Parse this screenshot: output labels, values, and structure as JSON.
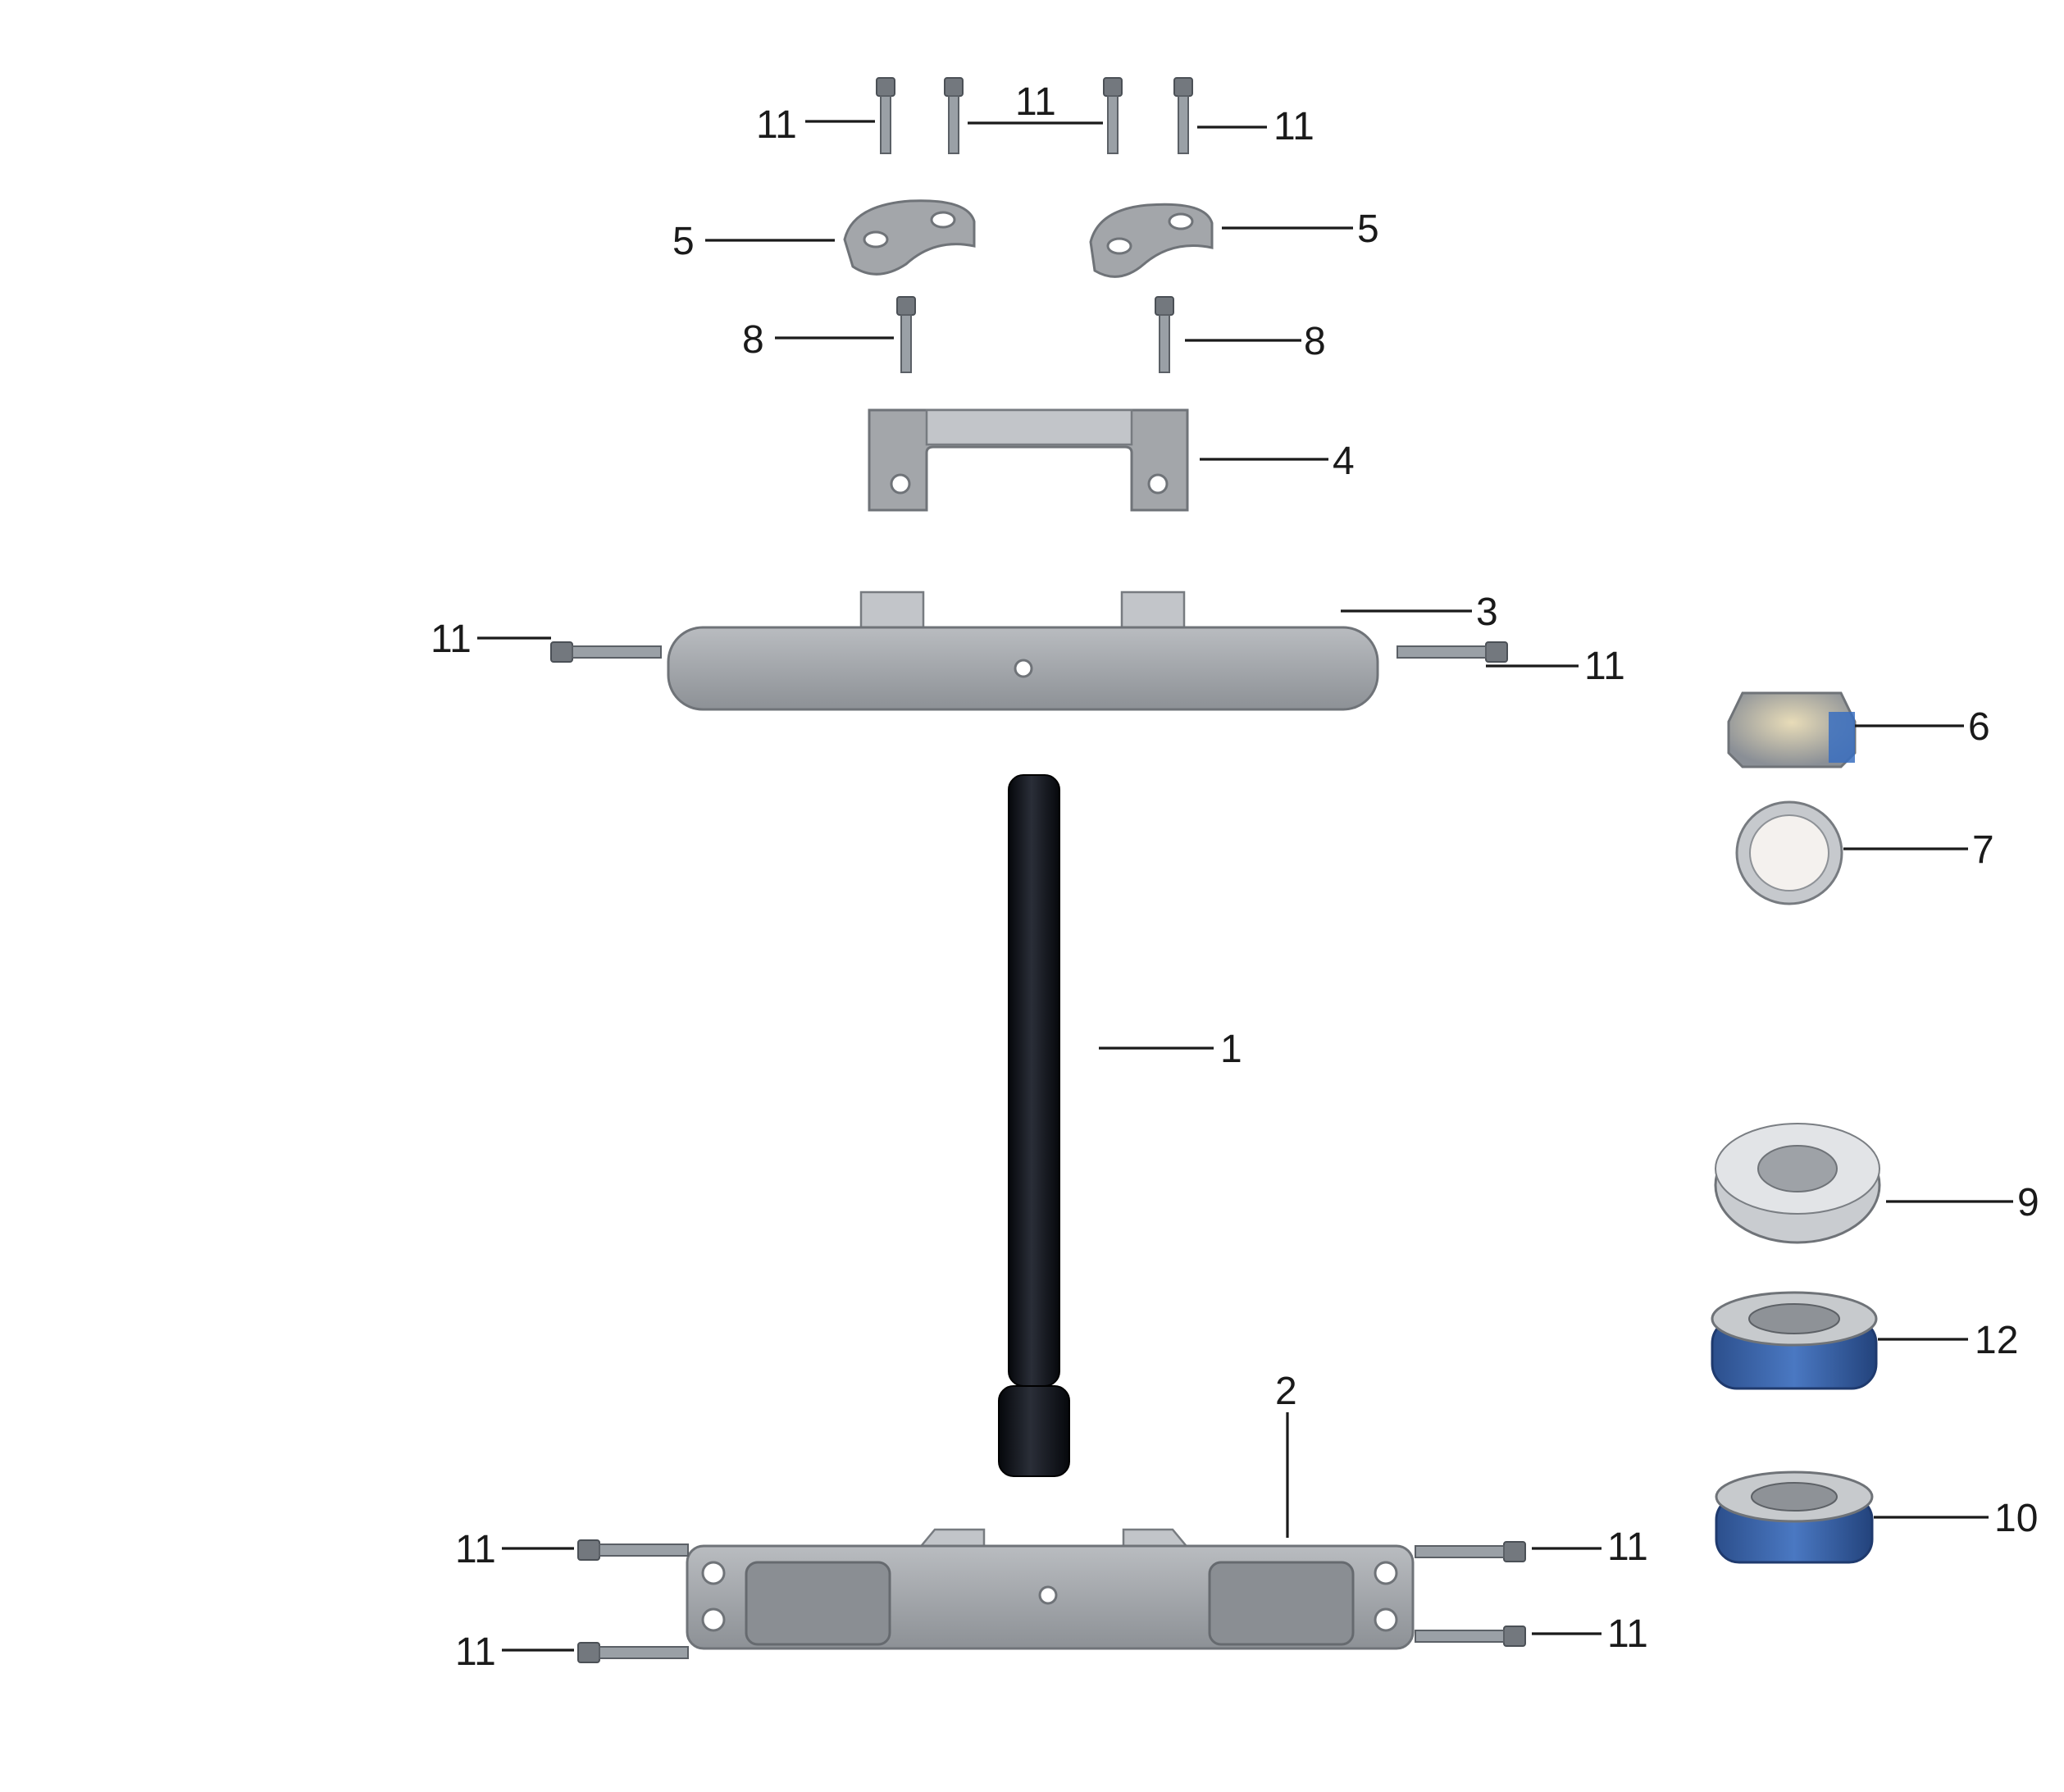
{
  "callouts": {
    "c1": "1",
    "c2": "2",
    "c3": "3",
    "c4": "4",
    "c5_left": "5",
    "c5_right": "5",
    "c6": "6",
    "c7": "7",
    "c8_left": "8",
    "c8_right": "8",
    "c9": "9",
    "c10": "10",
    "c11_top_left": "11",
    "c11_top_center": "11",
    "c11_top_right": "11",
    "c11_upper_clamp_left": "11",
    "c11_upper_clamp_right": "11",
    "c11_lower_clamp_left_top": "11",
    "c11_lower_clamp_left_bottom": "11",
    "c11_lower_clamp_right_top": "11",
    "c11_lower_clamp_right_bottom": "11",
    "c12": "12"
  },
  "colors": {
    "part_metal": "#a3a6aa",
    "steering_stem": "#14161c",
    "bearing_seal": "#2f5fa8",
    "leader_lines": "#1a1a1a"
  }
}
